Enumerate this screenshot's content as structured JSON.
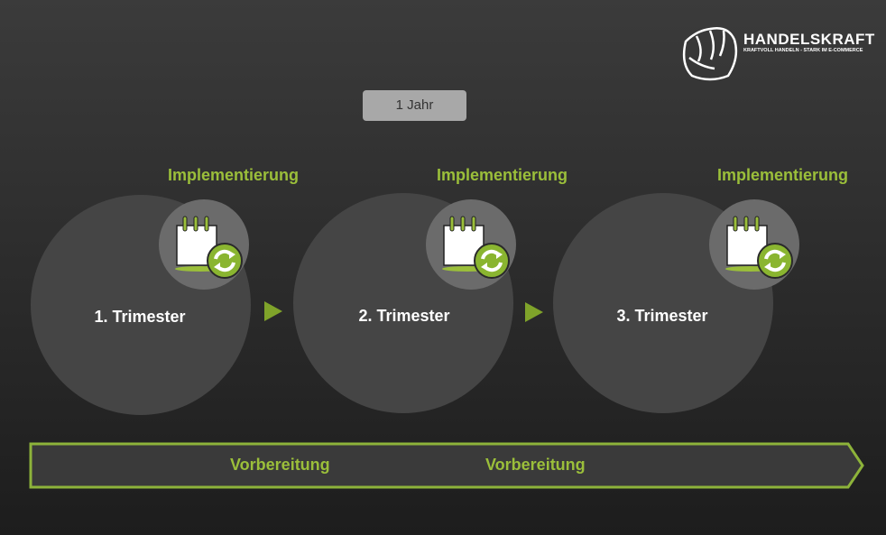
{
  "logo": {
    "name": "HANDELSKRAFT",
    "tagline": "KRAFTVOLL HANDELN - STARK IM E-COMMERCE"
  },
  "duration": "1 Jahr",
  "trimesters": [
    {
      "label": "1. Trimester",
      "phase": "Implementierung"
    },
    {
      "label": "2. Trimester",
      "phase": "Implementierung"
    },
    {
      "label": "3. Trimester",
      "phase": "Implementierung"
    }
  ],
  "bar": {
    "labels": [
      "Vorbereitung",
      "Vorbereitung"
    ]
  },
  "colors": {
    "accent": "#9bbf3a"
  }
}
